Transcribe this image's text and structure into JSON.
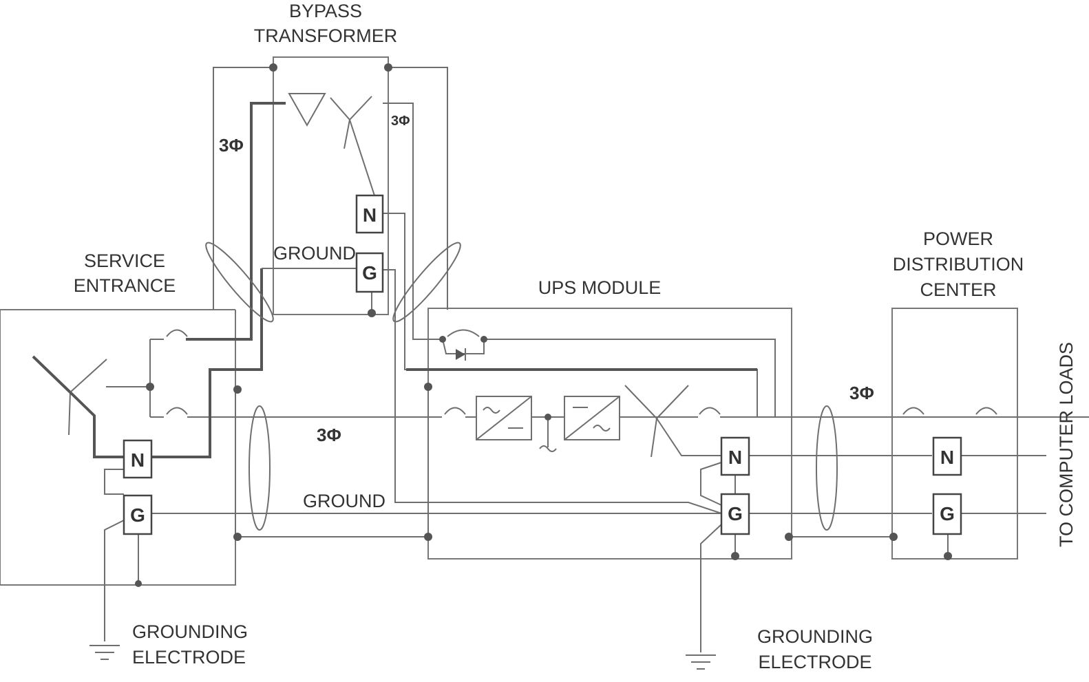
{
  "labels": {
    "bypass_transformer_line1": "BYPASS",
    "bypass_transformer_line2": "TRANSFORMER",
    "service_entrance_line1": "SERVICE",
    "service_entrance_line2": "ENTRANCE",
    "ups_module": "UPS MODULE",
    "pdc_line1": "POWER",
    "pdc_line2": "DISTRIBUTION",
    "pdc_line3": "CENTER",
    "ground_upper": "GROUND",
    "ground_lower": "GROUND",
    "grounding_electrode_left_line1": "GROUNDING",
    "grounding_electrode_left_line2": "ELECTRODE",
    "grounding_electrode_right_line1": "GROUNDING",
    "grounding_electrode_right_line2": "ELECTRODE",
    "to_computer_loads": "TO COMPUTER LOADS"
  },
  "phase_labels": {
    "bypass_input": "3Φ",
    "bypass_output": "3Φ",
    "service_feeder": "3Φ",
    "pdc_feeder": "3Φ"
  },
  "terminals": {
    "neutral": "N",
    "ground": "G"
  }
}
